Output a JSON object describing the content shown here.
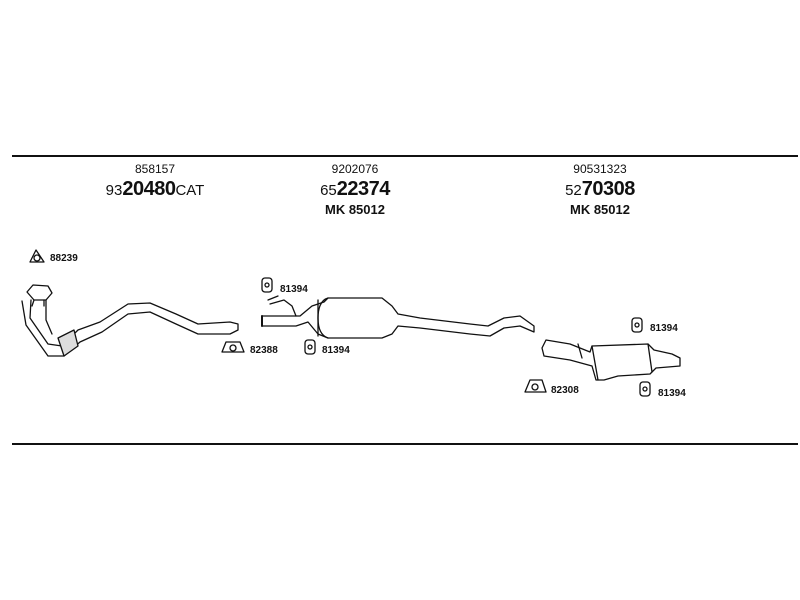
{
  "columns": [
    {
      "part_no": "858157",
      "ref_prefix": "93",
      "ref_main": "20480",
      "ref_suffix": "CAT",
      "mk": ""
    },
    {
      "part_no": "9202076",
      "ref_prefix": "65",
      "ref_main": "22374",
      "ref_suffix": "",
      "mk": "MK 85012"
    },
    {
      "part_no": "90531323",
      "ref_prefix": "52",
      "ref_main": "70308",
      "ref_suffix": "",
      "mk": "MK 85012"
    }
  ],
  "fittings": {
    "gasket_front": "88239",
    "clamp_front": "82388",
    "hanger_mid_top": "81394",
    "hanger_mid_bottom": "81394",
    "hanger_rear_top": "81394",
    "clamp_rear": "82308",
    "hanger_rear_bottom": "81394"
  }
}
